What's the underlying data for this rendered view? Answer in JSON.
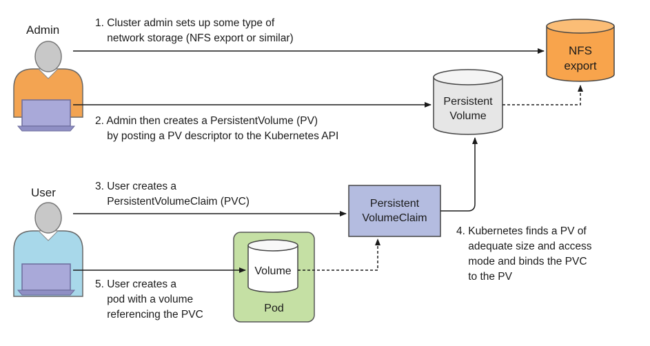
{
  "actors": {
    "admin": "Admin",
    "user": "User"
  },
  "nodes": {
    "nfs_export": "NFS\nexport",
    "persistent_volume": "Persistent\nVolume",
    "pvc": "Persistent\nVolumeClaim",
    "volume": "Volume",
    "pod": "Pod"
  },
  "steps": {
    "step1": "1. Cluster admin sets up some type of\n    network storage (NFS export or similar)",
    "step2": "2. Admin then creates a PersistentVolume (PV)\n    by posting a PV descriptor to the Kubernetes API",
    "step3": "3. User creates a\n    PersistentVolumeClaim (PVC)",
    "step4": "4. Kubernetes finds a PV of\n    adequate size and access\n    mode and binds the PVC\n    to the PV",
    "step5": "5. User creates a\n    pod with a volume\n    referencing the PVC"
  },
  "colors": {
    "admin_shirt": "#f3a452",
    "user_shirt": "#a8d8ea",
    "nfs_fill": "#f8a44c",
    "pv_fill": "#e6e6e6",
    "pvc_fill": "#b4bce0",
    "pod_fill": "#c5e0a4",
    "laptop": "#a9a9d9"
  }
}
